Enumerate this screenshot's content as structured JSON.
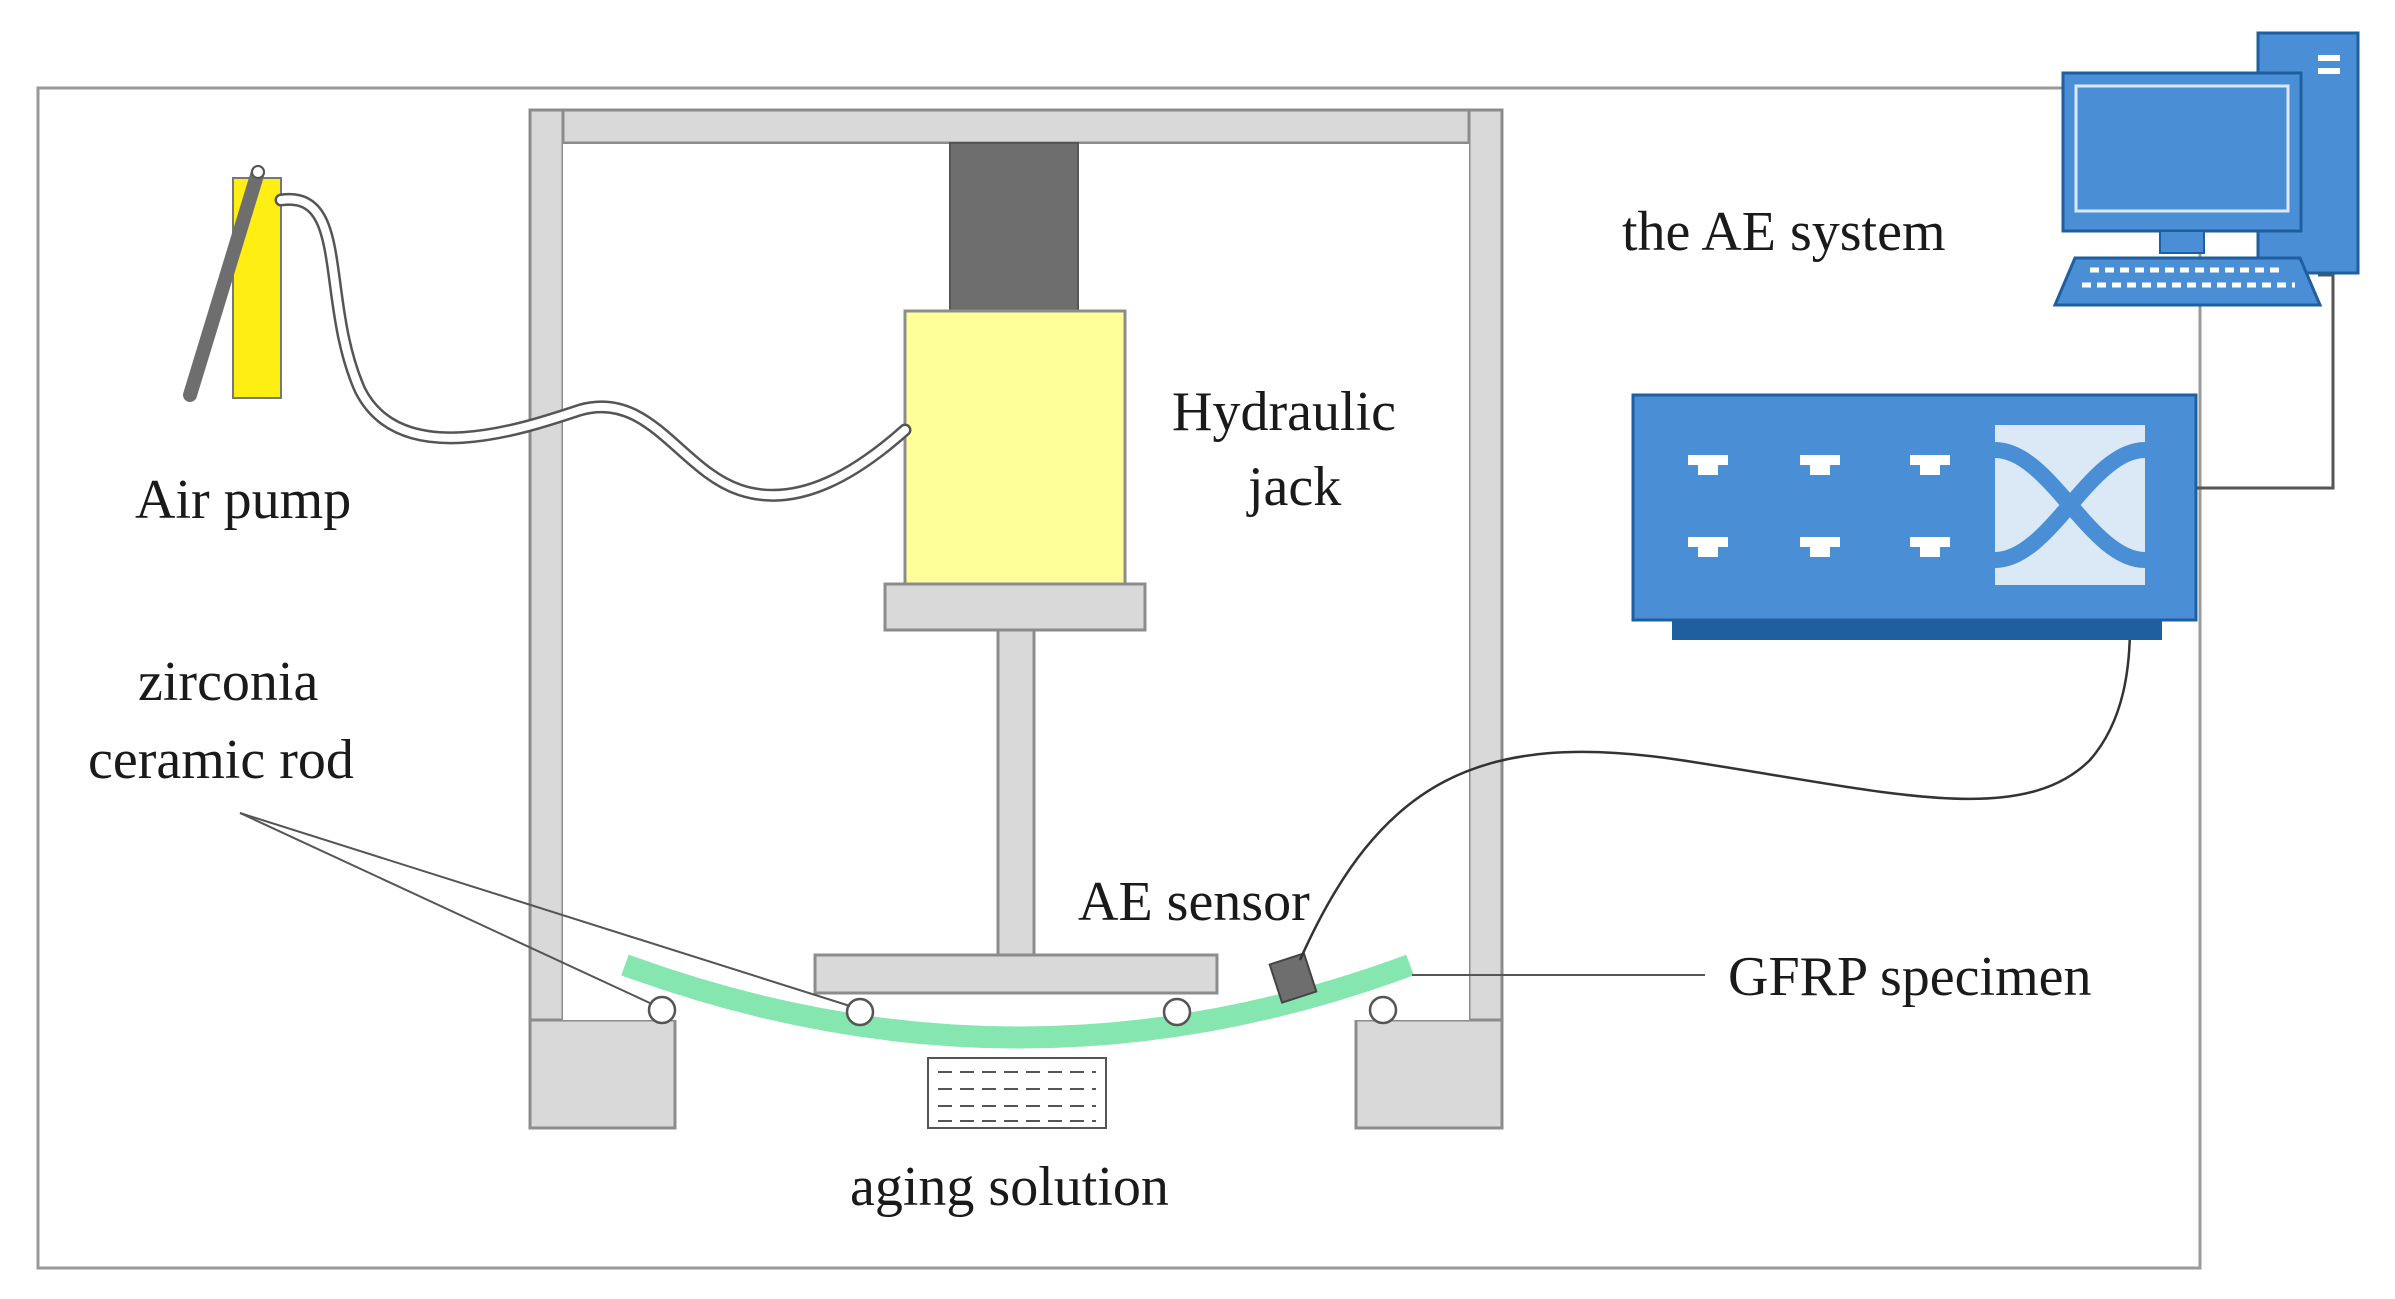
{
  "labels": {
    "air_pump": "Air pump",
    "hydraulic_line1": "Hydraulic",
    "hydraulic_line2": "jack",
    "zirconia_line1": "zirconia",
    "zirconia_line2": "ceramic rod",
    "ae_sensor": "AE sensor",
    "gfrp_specimen": "GFRP specimen",
    "aging_solution": "aging solution",
    "ae_system": "the AE system"
  },
  "icons": {
    "computer": "computer-icon",
    "acquisition_unit": "ae-acquisition-unit-icon",
    "air_pump": "air-pump-icon",
    "hydraulic_jack": "hydraulic-jack-icon",
    "ae_sensor": "ae-sensor-icon"
  },
  "colors": {
    "frame": "#d9d9d9",
    "frame_stroke": "#8c8c8c",
    "jack_body": "#ffff99",
    "jack_cylinder": "#6e6e6e",
    "pump_body": "#ffee11",
    "specimen": "#86e6b0",
    "equipment_blue": "#4a8fd6",
    "equipment_dark": "#1f5f9f",
    "line": "#333333"
  }
}
